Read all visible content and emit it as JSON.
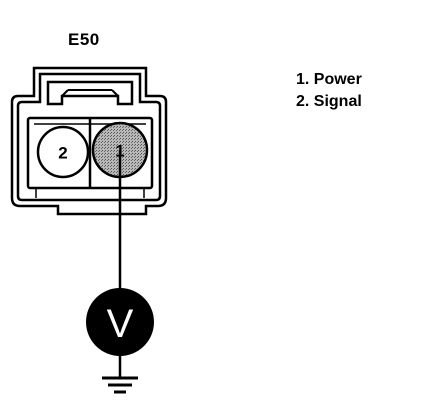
{
  "connector": {
    "id": "E50",
    "pins": [
      {
        "label": "2"
      },
      {
        "label": "1"
      }
    ]
  },
  "legend": {
    "items": [
      {
        "text": "1. Power"
      },
      {
        "text": "2. Signal"
      }
    ]
  },
  "meter": {
    "label": "V"
  },
  "colors": {
    "ink": "#000000",
    "paper": "#ffffff",
    "pin_shade": "#9a9a9a"
  }
}
